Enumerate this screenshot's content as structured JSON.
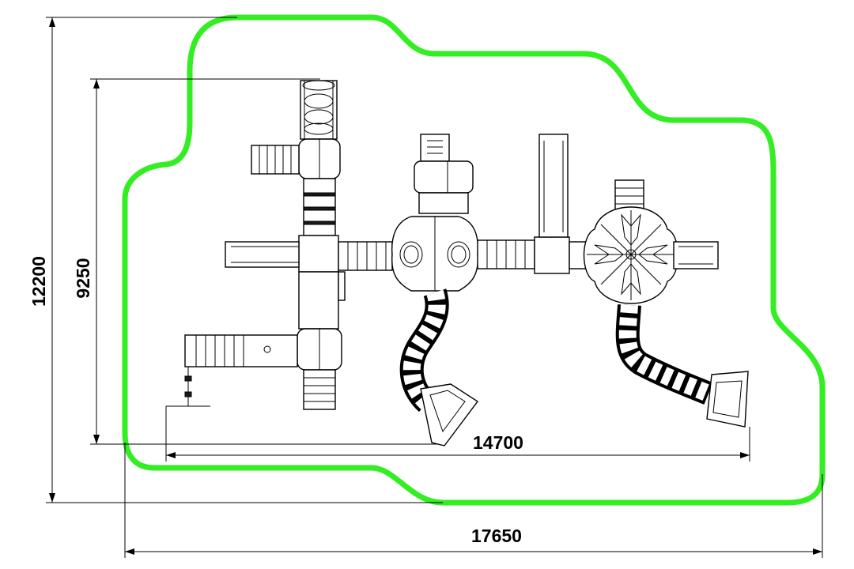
{
  "drawing": {
    "title": "",
    "safety_zone_color": "#33ee22",
    "dimensions": {
      "overall_width": "17650",
      "overall_depth": "12200",
      "equipment_width": "14700",
      "equipment_depth": "9250"
    },
    "components": [
      {
        "name": "left-tower"
      },
      {
        "name": "center-tower"
      },
      {
        "name": "right-tower"
      },
      {
        "name": "tube-slide-center"
      },
      {
        "name": "tube-slide-right"
      },
      {
        "name": "spiral-climber"
      }
    ]
  }
}
